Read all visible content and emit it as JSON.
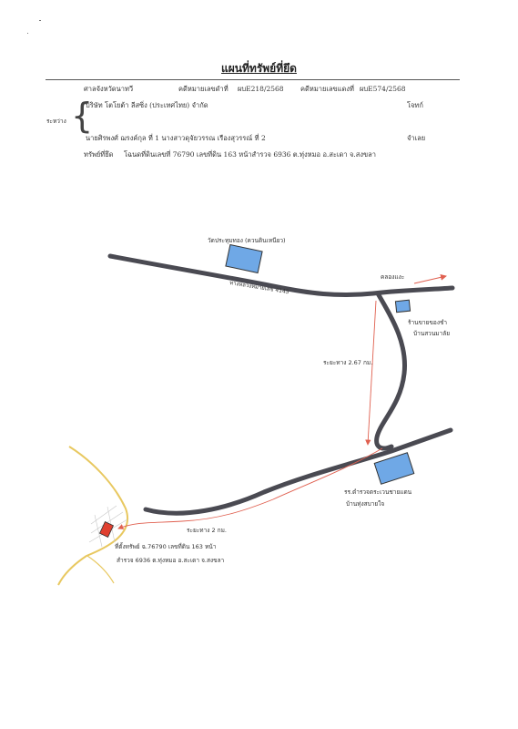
{
  "document": {
    "title": "แผนที่ทรัพย์ที่ยึด",
    "court": "ศาลจังหวัดนาทวี",
    "black_case_label": "คดีหมายเลขดำที่",
    "black_case_no": "ผบE218/2568",
    "red_case_label": "คดีหมายเลขแดงที่",
    "red_case_no": "ผบE574/2568",
    "between_label": "ระหว่าง",
    "plaintiff": "บริษัท โตโยต้า ลีสซิ่ง (ประเทศไทย) จำกัด",
    "plaintiff_role": "โจทก์",
    "defendant": "นายศิรพงศ์ ฌรงค์กุล ที่ 1 นางสาวดุจัยวรรณ เรืองสุวรรณ์ ที่ 2",
    "defendant_role": "จำเลย",
    "seized_label": "ทรัพย์ที่ยึด",
    "seized_desc": "โฉนดที่ดินเลขที่ 76790 เลขที่ดิน 163 หน้าสำรวจ 6936 ต.ทุ่งหมอ อ.สะเดา จ.สงขลา"
  },
  "map": {
    "temple_label": "วัดประทุมทอง (ควนดินเหนียว)",
    "highway_label": "ทางหลวงหมายเลข 4145",
    "direction_label": "คลองแงะ",
    "shop_label_1": "ร้านขายของชำ",
    "shop_label_2": "บ้านสวนมาลัย",
    "distance_1": "ระยะทาง 2.67 กม.",
    "school_label_1": "รร.ตำรวจตระเวนชายแดน",
    "school_label_2": "บ้านทุ่งสบายใจ",
    "distance_2": "ระยะทาง 2 กม.",
    "property_label_1": "ที่ตั้งทรัพย์ ฉ.76790 เลขที่ดิน 163 หน้า",
    "property_label_2": "สำรวจ 6936 ต.ทุ่งหมอ อ.สะเดา จ.สงขลา",
    "colors": {
      "road": "#4a4a52",
      "building_fill": "#6fa8e6",
      "building_stroke": "#333333",
      "route": "#e06050",
      "lane": "#e8c860",
      "property": "#e04030"
    }
  }
}
